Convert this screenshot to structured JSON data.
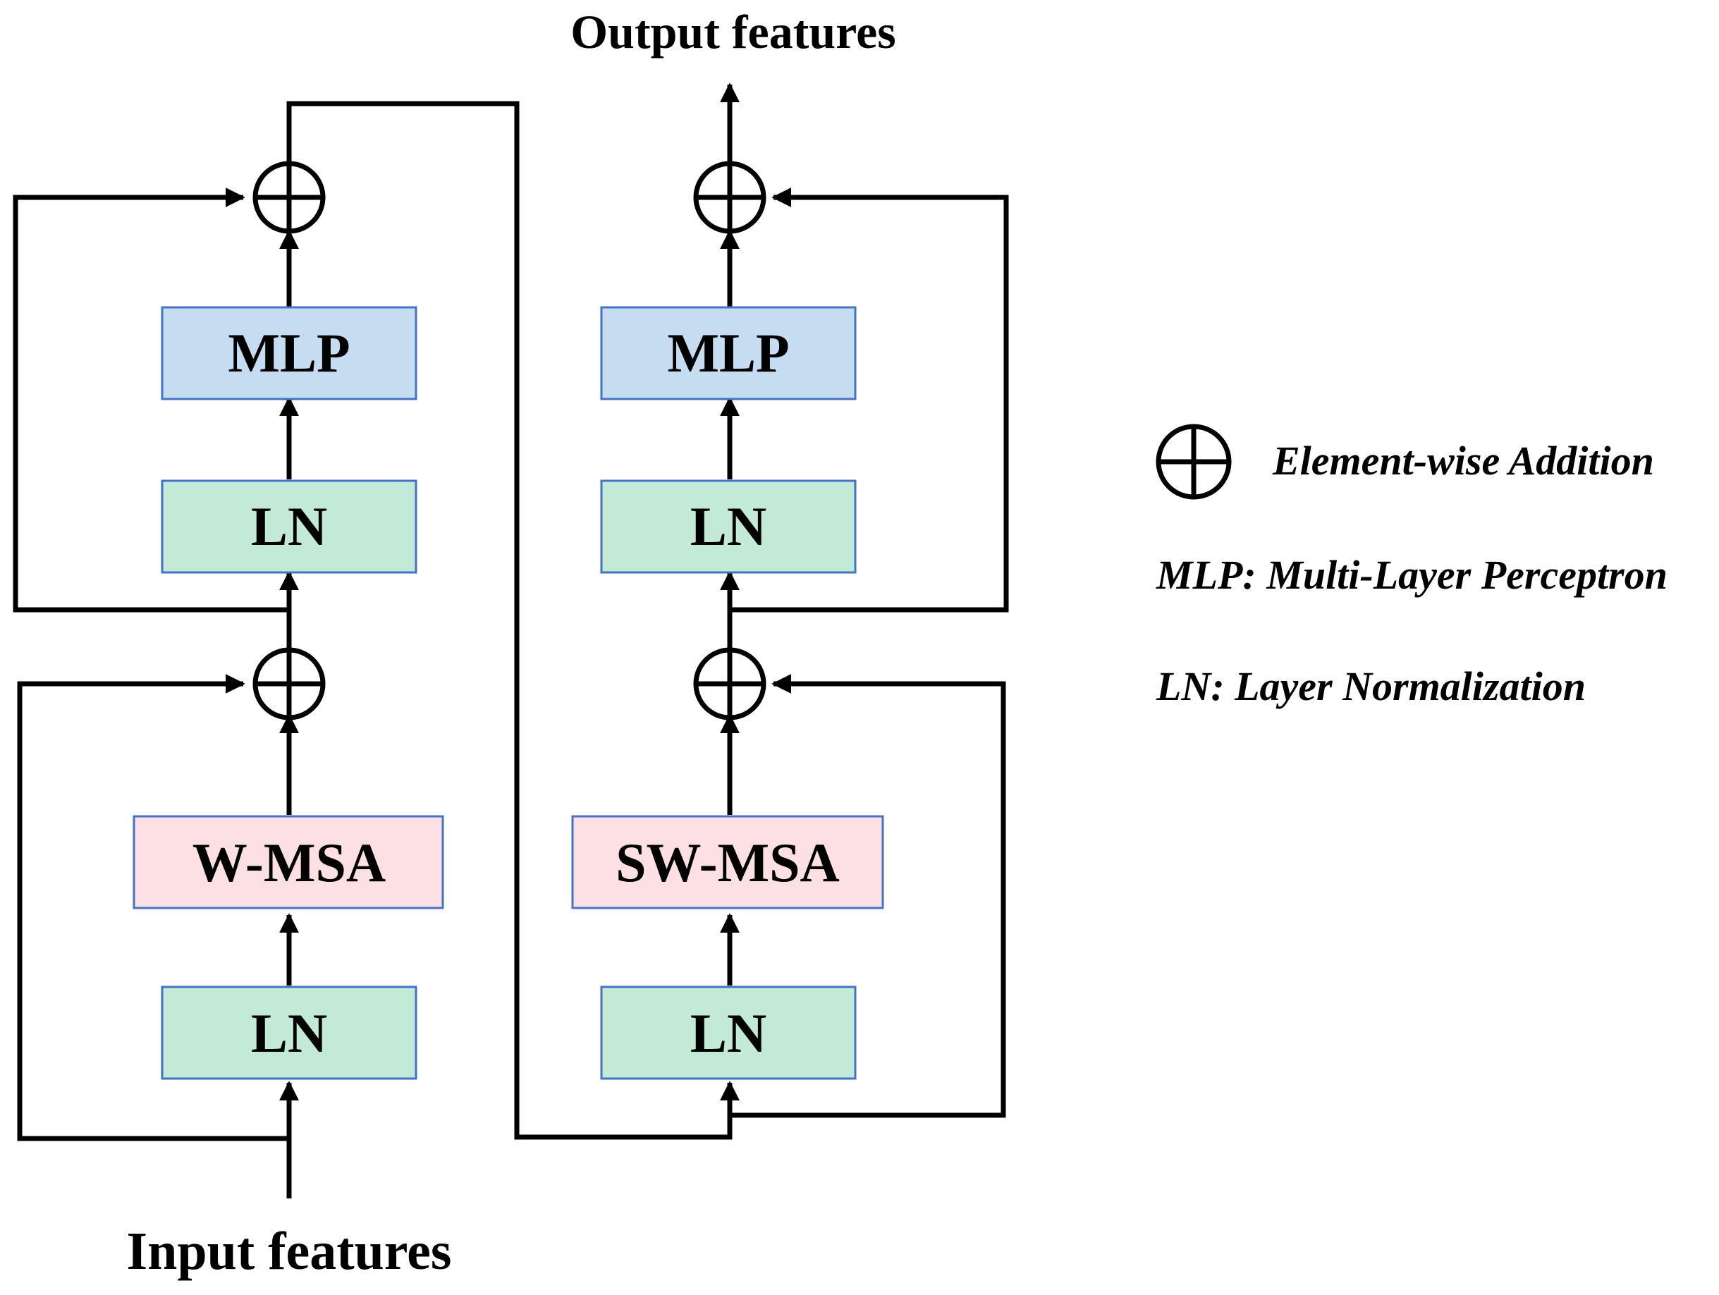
{
  "title_top": "Output features",
  "title_bottom": "Input features",
  "colors": {
    "mlp": "#c6dcf0",
    "ln": "#c3ead6",
    "msa": "#fde0e4",
    "box_border": "#4472c4",
    "line": "#000000"
  },
  "left_block": {
    "mlp": "MLP",
    "ln_upper": "LN",
    "msa": "W-MSA",
    "ln_lower": "LN"
  },
  "right_block": {
    "mlp": "MLP",
    "ln_upper": "LN",
    "msa": "SW-MSA",
    "ln_lower": "LN"
  },
  "legend": {
    "addition_icon": "circled-plus-icon",
    "addition": "Element-wise Addition",
    "mlp": "MLP: Multi-Layer Perceptron",
    "ln": "LN: Layer Normalization"
  }
}
